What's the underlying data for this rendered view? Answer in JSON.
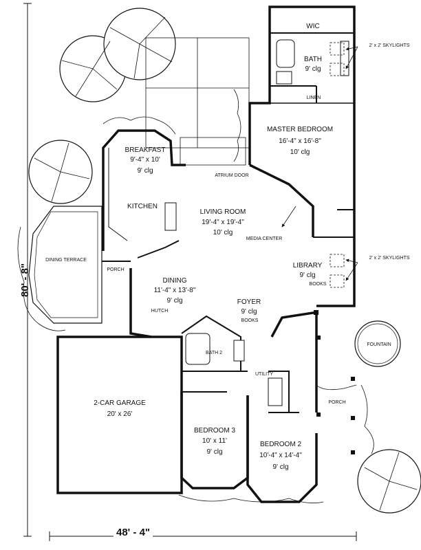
{
  "rooms": {
    "wic": "WIC",
    "bath": {
      "name": "BATH",
      "clg": "9' clg"
    },
    "linen": "LINEN",
    "master_bedroom": {
      "name": "MASTER BEDROOM",
      "size": "16'-4\" x 16'-8\"",
      "clg": "10' clg"
    },
    "breakfast": {
      "name": "BREAKFAST",
      "size": "9'-4\" x 10'",
      "clg": "9' clg"
    },
    "kitchen": "KITCHEN",
    "atrium_door": "ATRIUM DOOR",
    "living_room": {
      "name": "LIVING ROOM",
      "size": "19'-4\" x 19'-4\"",
      "clg": "10' clg"
    },
    "media_center": "MEDIA CENTER",
    "dining_terrace": "DINING TERRACE",
    "porch_west": "PORCH",
    "library": {
      "name": "LIBRARY",
      "clg": "9' clg"
    },
    "books_library": "BOOKS",
    "dining": {
      "name": "DINING",
      "size": "11'-4\" x 13'-8\"",
      "clg": "9' clg"
    },
    "foyer": {
      "name": "FOYER",
      "clg": "9' clg"
    },
    "books_foyer": "BOOKS",
    "hutch": "HUTCH",
    "bath2": "BATH 2",
    "utility": "UTILITY",
    "fountain": "FOUNTAIN",
    "garage": {
      "name": "2-CAR GARAGE",
      "size": "20' x 26'"
    },
    "porch_east": "PORCH",
    "bedroom3": {
      "name": "BEDROOM 3",
      "size": "10' x 11'",
      "clg": "9' clg"
    },
    "bedroom2": {
      "name": "BEDROOM 2",
      "size": "10'-4\" x 14'-4\"",
      "clg": "9' clg"
    }
  },
  "notes": {
    "skylights_master": "2' x 2' SKYLIGHTS",
    "skylights_library": "2' x 2' SKYLIGHTS"
  },
  "dimensions": {
    "depth": "80' - 8\"",
    "width": "48' - 4\""
  }
}
